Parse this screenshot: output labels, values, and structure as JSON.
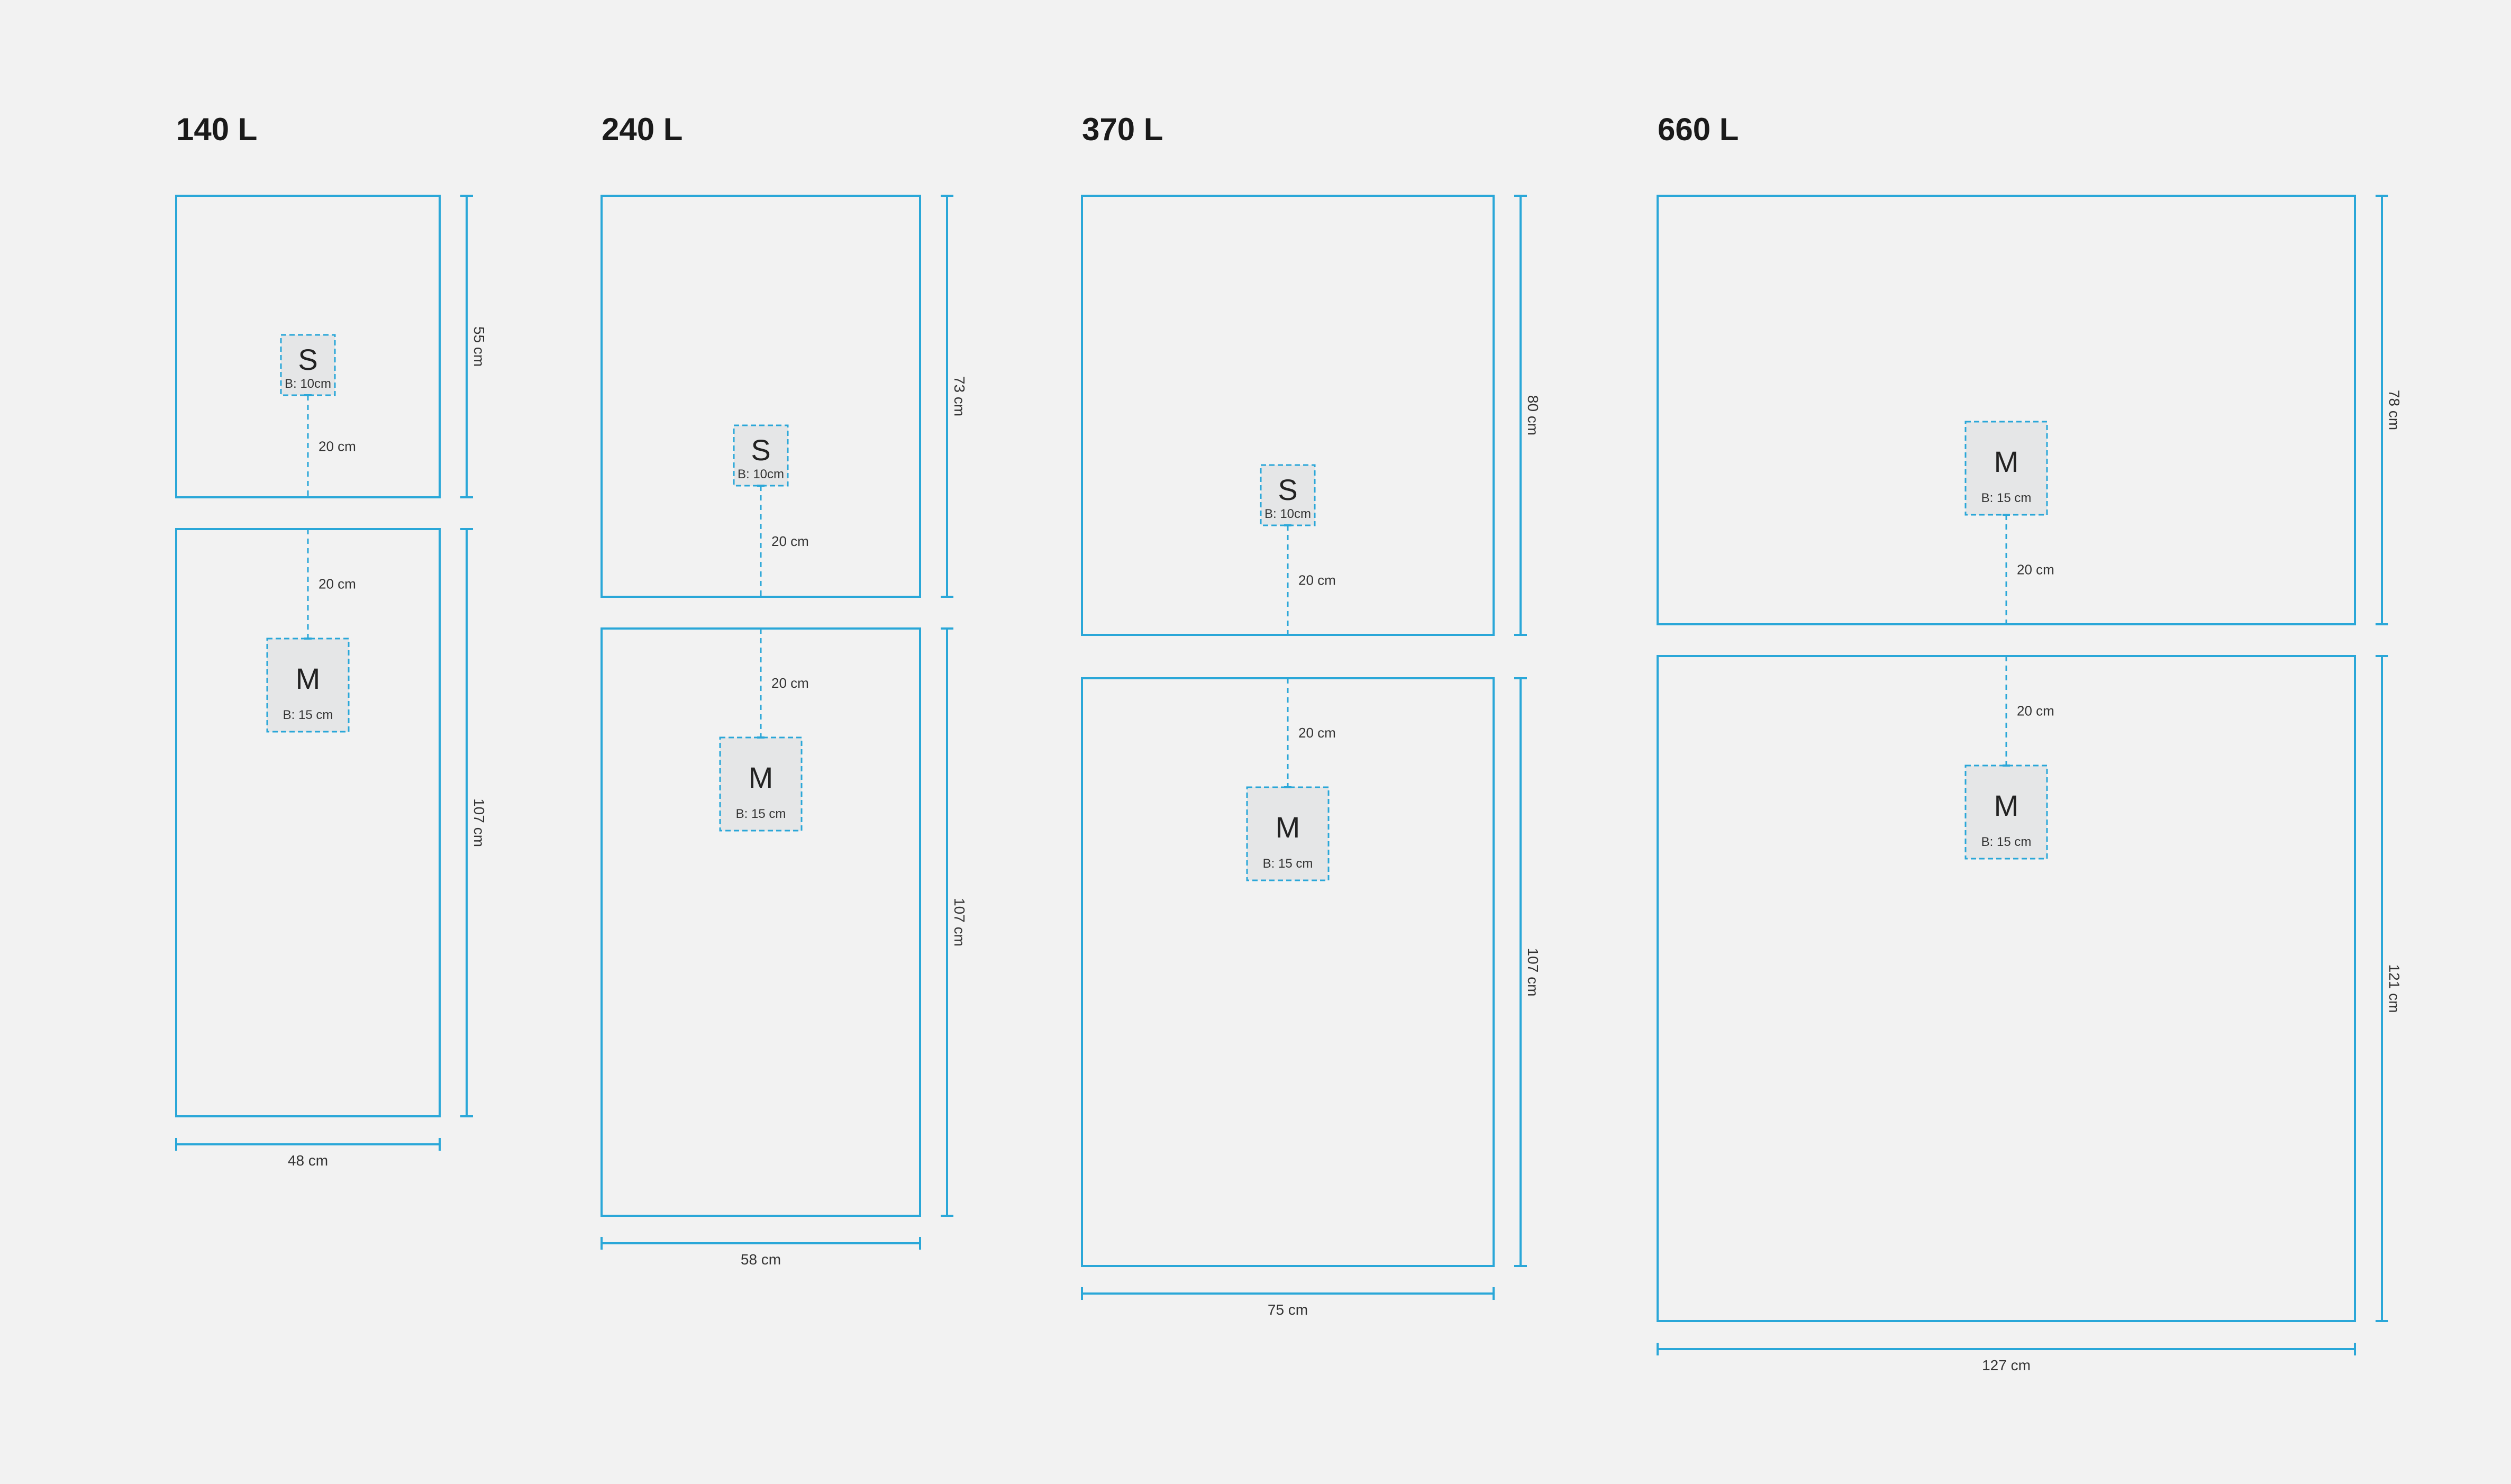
{
  "colors": {
    "background": "#f2f2f2",
    "line": "#2aa7d8",
    "marker_fill": "#e5e6e7",
    "text": "#1a1a1a"
  },
  "containers": [
    {
      "title": "140 L",
      "width_label": "48 cm",
      "upper": {
        "height_label": "55 cm",
        "marker": {
          "size": "S",
          "width_label": "B: 10cm"
        },
        "gap_label": "20 cm"
      },
      "lower": {
        "height_label": "107 cm",
        "marker": {
          "size": "M",
          "width_label": "B: 15 cm"
        },
        "gap_label": "20 cm"
      }
    },
    {
      "title": "240 L",
      "width_label": "58 cm",
      "upper": {
        "height_label": "73 cm",
        "marker": {
          "size": "S",
          "width_label": "B: 10cm"
        },
        "gap_label": "20 cm"
      },
      "lower": {
        "height_label": "107 cm",
        "marker": {
          "size": "M",
          "width_label": "B: 15 cm"
        },
        "gap_label": "20 cm"
      }
    },
    {
      "title": "370 L",
      "width_label": "75 cm",
      "upper": {
        "height_label": "80 cm",
        "marker": {
          "size": "S",
          "width_label": "B: 10cm"
        },
        "gap_label": "20 cm"
      },
      "lower": {
        "height_label": "107 cm",
        "marker": {
          "size": "M",
          "width_label": "B: 15 cm"
        },
        "gap_label": "20 cm"
      }
    },
    {
      "title": "660 L",
      "width_label": "127 cm",
      "upper": {
        "height_label": "78 cm",
        "marker": {
          "size": "M",
          "width_label": "B: 15 cm"
        },
        "gap_label": "20 cm"
      },
      "lower": {
        "height_label": "121 cm",
        "marker": {
          "size": "M",
          "width_label": "B: 15 cm"
        },
        "gap_label": "20 cm"
      }
    }
  ]
}
